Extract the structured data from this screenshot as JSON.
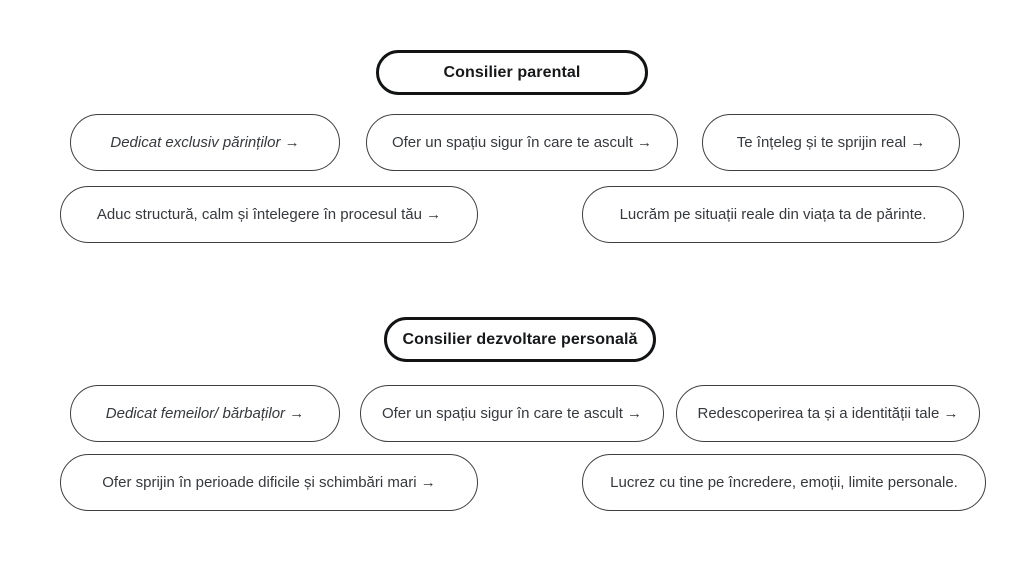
{
  "page": {
    "background_color": "#ffffff",
    "header_border_color": "#111315",
    "pill_border_color": "#3c4043",
    "text_color": "#36393d"
  },
  "groups": [
    {
      "id": "consilier-parental",
      "header": "Consilier parental",
      "items": [
        {
          "label": "Dedicat exclusiv părinților →",
          "italic": true
        },
        {
          "label": "Ofer un spațiu sigur în care te ascult →",
          "italic": false
        },
        {
          "label": "Te înțeleg și te sprijin real →",
          "italic": false
        },
        {
          "label": "Aduc structură, calm și întelegere în procesul tău →",
          "italic": false
        },
        {
          "label": "Lucrăm pe situații reale din viața ta de părinte.",
          "italic": false
        }
      ]
    },
    {
      "id": "consilier-dezvoltare-personala",
      "header": "Consilier dezvoltare personală",
      "items": [
        {
          "label": "Dedicat femeilor/ bărbaților →",
          "italic": true
        },
        {
          "label": "Ofer un spațiu sigur în care te ascult →",
          "italic": false
        },
        {
          "label": "Redescoperirea ta și a identității tale →",
          "italic": false
        },
        {
          "label": "Ofer sprijin în perioade dificile și schimbări mari →",
          "italic": false
        },
        {
          "label": "Lucrez cu tine pe încredere, emoții, limite personale.",
          "italic": false
        }
      ]
    }
  ]
}
